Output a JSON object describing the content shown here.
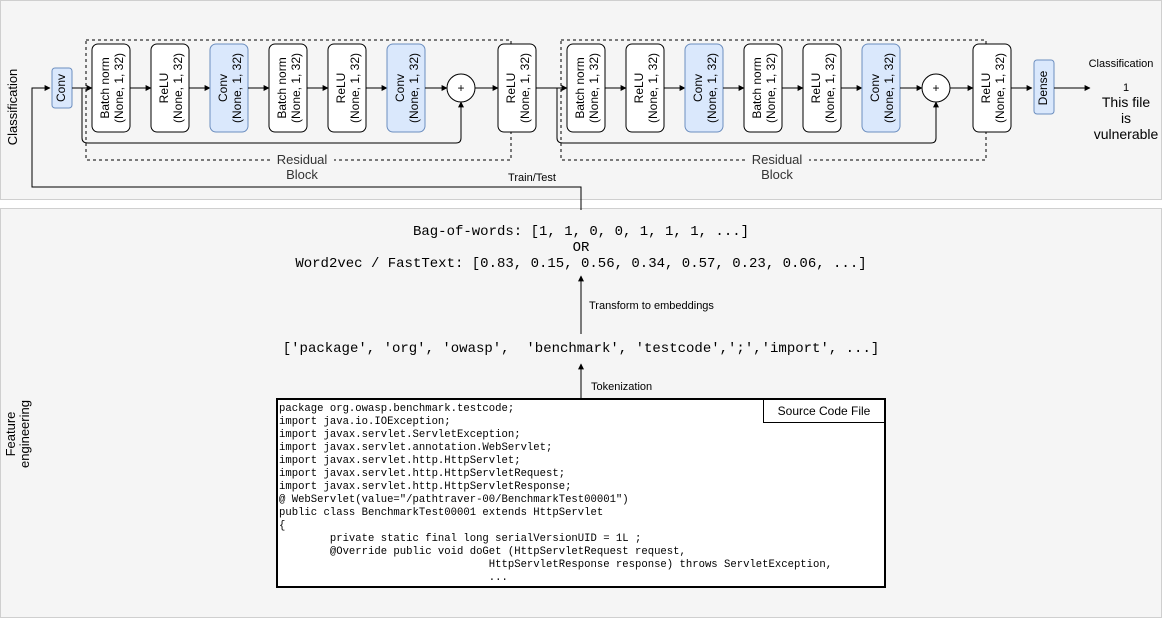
{
  "sections": {
    "classification_label": "Classification",
    "feature_engineering_label": "Feature engineering"
  },
  "network": {
    "input_node": "Conv",
    "block1": [
      {
        "name": "Batch norm",
        "shape": "(None, 1, 32)",
        "highlight": false
      },
      {
        "name": "ReLU",
        "shape": "(None, 1, 32)",
        "highlight": false
      },
      {
        "name": "Conv",
        "shape": "(None, 1, 32)",
        "highlight": true
      },
      {
        "name": "Batch norm",
        "shape": "(None, 1, 32)",
        "highlight": false
      },
      {
        "name": "ReLU",
        "shape": "(None, 1, 32)",
        "highlight": false
      },
      {
        "name": "Conv",
        "shape": "(None, 1, 32)",
        "highlight": true
      }
    ],
    "block1_after": {
      "name": "ReLU",
      "shape": "(None, 1, 32)"
    },
    "block2": [
      {
        "name": "Batch norm",
        "shape": "(None, 1, 32)",
        "highlight": false
      },
      {
        "name": "ReLU",
        "shape": "(None, 1, 32)",
        "highlight": false
      },
      {
        "name": "Conv",
        "shape": "(None, 1, 32)",
        "highlight": true
      },
      {
        "name": "Batch norm",
        "shape": "(None, 1, 32)",
        "highlight": false
      },
      {
        "name": "ReLU",
        "shape": "(None, 1, 32)",
        "highlight": false
      },
      {
        "name": "Conv",
        "shape": "(None, 1, 32)",
        "highlight": true
      }
    ],
    "block2_after": {
      "name": "ReLU",
      "shape": "(None, 1, 32)"
    },
    "add_symbol": "+",
    "dense_node": "Dense",
    "residual_block_label_line1": "Residual",
    "residual_block_label_line2": "Block",
    "output_header": "Classification",
    "output_value": "1",
    "output_text": [
      "This file",
      "is",
      "vulnerable"
    ],
    "train_test_label": "Train/Test"
  },
  "features": {
    "bag_of_words": "Bag-of-words: [1, 1, 0, 0, 1, 1, 1, ...]",
    "or_text": "OR",
    "word2vec": "Word2vec / FastText: [0.83, 0.15, 0.56, 0.34, 0.57, 0.23, 0.06, ...]",
    "transform_label": "Transform to embeddings",
    "tokens": "['package', 'org', 'owasp',  'benchmark', 'testcode',';','import', ...]",
    "tokenization_label": "Tokenization"
  },
  "source_code": {
    "title": "Source Code File",
    "lines": [
      "package org.owasp.benchmark.testcode;",
      "import java.io.IOException;",
      "import javax.servlet.ServletException;",
      "import javax.servlet.annotation.WebServlet;",
      "import javax.servlet.http.HttpServlet;",
      "import javax.servlet.http.HttpServletRequest;",
      "import javax.servlet.http.HttpServletResponse;",
      "@ WebServlet(value=\"/pathtraver-00/BenchmarkTest00001\")",
      "public class BenchmarkTest00001 extends HttpServlet",
      "{",
      "        private static final long serialVersionUID = 1L ;",
      "        @Override public void doGet (HttpServletRequest request,",
      "                                 HttpServletResponse response) throws ServletException,",
      "                                 ..."
    ]
  },
  "colors": {
    "highlight_fill": "#dae8fc",
    "highlight_stroke": "#6c8ebf",
    "section_bg": "#f5f5f5"
  }
}
